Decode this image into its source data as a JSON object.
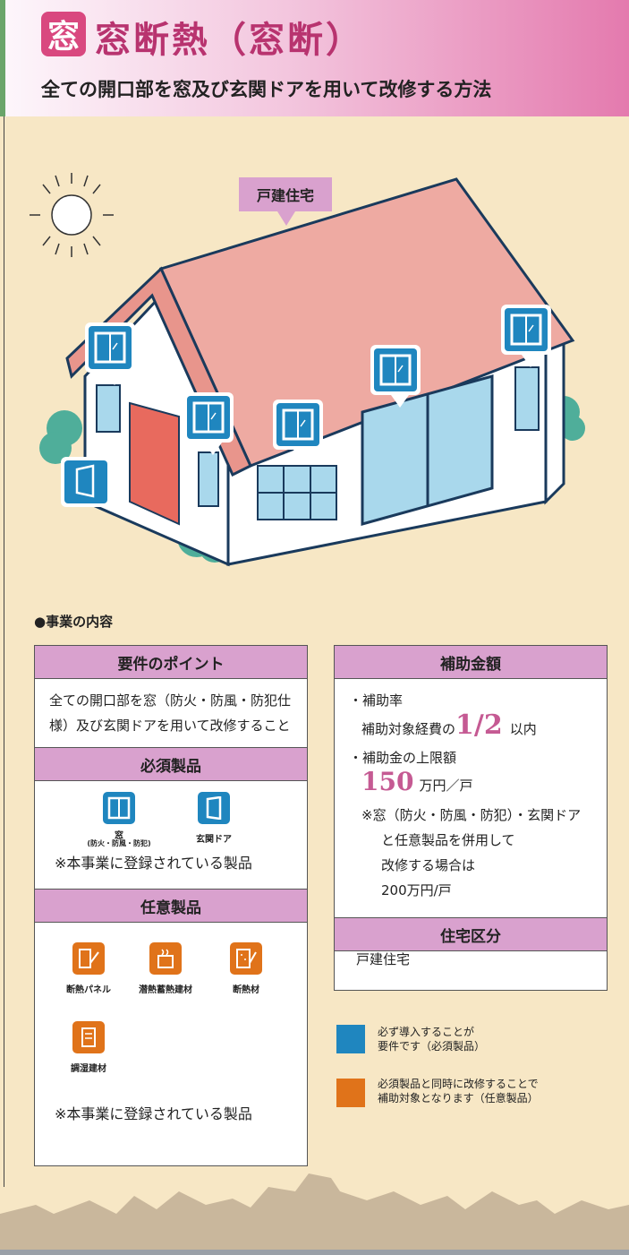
{
  "header": {
    "badge": "窓",
    "title": "窓断熱（窓断）",
    "subtitle": "全ての開口部を窓及び玄関ドアを用いて改修する方法"
  },
  "illustration": {
    "house_label": "戸建住宅"
  },
  "section_heading": "●事業の内容",
  "requirements": {
    "header": "要件のポイント",
    "text_line1": "全ての開口部を窓（防火・防風・防犯仕",
    "text_line2": "様）及び玄関ドアを用いて改修すること",
    "required_header": "必須製品",
    "required_items": [
      {
        "label": "窓",
        "sublabel": "(防火・防風・防犯)",
        "icon": "window-icon"
      },
      {
        "label": "玄関ドア",
        "sublabel": "",
        "icon": "door-icon"
      }
    ],
    "required_note": "※本事業に登録されている製品",
    "optional_header": "任意製品",
    "optional_items": [
      {
        "label": "断熱パネル",
        "icon": "insulation-panel-icon"
      },
      {
        "label": "潜熱蓄熱建材",
        "icon": "latent-heat-storage-icon"
      },
      {
        "label": "断熱材",
        "icon": "insulation-material-icon"
      },
      {
        "label": "調湿建材",
        "icon": "humidity-control-icon"
      }
    ],
    "optional_note": "※本事業に登録されている製品"
  },
  "subsidy": {
    "header": "補助金額",
    "rate_label": "・補助率",
    "rate_prefix": "補助対象経費の",
    "rate_value": "1/2",
    "rate_suffix": "以内",
    "cap_label": "・補助金の上限額",
    "cap_value": "150",
    "cap_unit": "万円／戸",
    "note1": "※窓（防火・防風・防犯）・玄関ドア",
    "note2": "と任意製品を併用して",
    "note3": "改修する場合は",
    "note4": "200万円/戸",
    "housing_header": "住宅区分",
    "housing_value": "戸建住宅"
  },
  "legend": {
    "blue_line1": "必ず導入することが",
    "blue_line2": "要件です（必須製品）",
    "orange_line1": "必須製品と同時に改修することで",
    "orange_line2": "補助対象となります（任意製品）",
    "blue_color": "#1f86bf",
    "orange_color": "#e0731a"
  }
}
